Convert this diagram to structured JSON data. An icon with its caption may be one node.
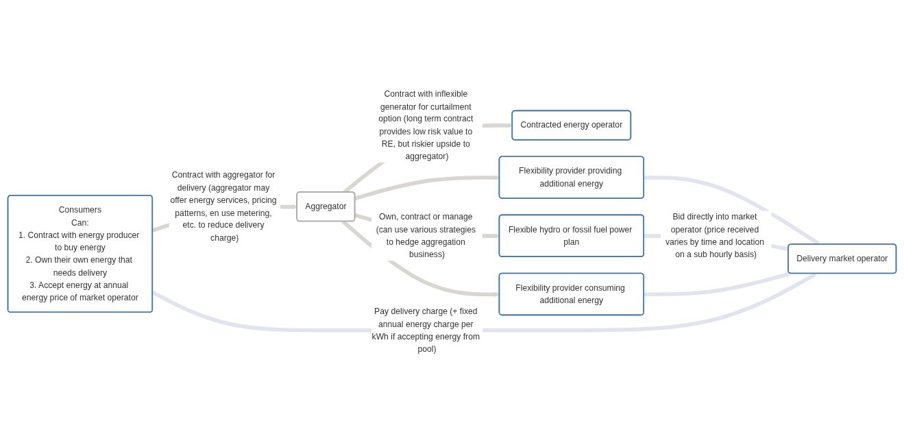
{
  "diagram": {
    "nodes": [
      {
        "text": [
          "Consumers",
          "Can:",
          "1. Contract with energy producer to buy energy",
          "2. Own their own energy that needs delivery",
          "3. Accept energy at annual energy price of market operator"
        ]
      },
      {
        "text": [
          "Aggregator"
        ]
      },
      {
        "text": [
          "Delivery market operator"
        ]
      },
      {
        "text": [
          "Contracted energy operator"
        ]
      },
      {
        "text": [
          "Flexibility provider providing additional energy"
        ]
      },
      {
        "text": [
          "Flexible hydro or fossil fuel power plan"
        ]
      },
      {
        "text": [
          "Flexibility provider consuming additional energy"
        ]
      }
    ],
    "edges": [
      {
        "from": 0,
        "to": 1,
        "arrow": "to",
        "label": "Contract with aggregator for delivery (aggregator may offer energy services, pricing patterns, en use metering, etc. to reduce delivery charge)"
      },
      {
        "from": 0,
        "to": 2,
        "arrow": "to",
        "label": "Pay delivery charge (+ fixed annual energy charge per kWh if accepting energy from pool)",
        "color": "#e1e3ef"
      },
      {
        "from": 1,
        "to": 3,
        "arrow": "to",
        "label": "Contract with inflexible generator for curtailment option (long term contract provides low risk value to RE, but riskier upside to aggregator)"
      },
      {
        "from": 1,
        "to": 4,
        "arrow": "to"
      },
      {
        "from": 1,
        "to": 5,
        "arrow": "to",
        "label": "Own, contract or manage (can use various strategies to hedge aggregation business)"
      },
      {
        "from": 1,
        "to": 6,
        "arrow": "to"
      },
      {
        "from": 4,
        "to": 2,
        "arrow": "to",
        "color": "#e1e3ef"
      },
      {
        "from": 5,
        "to": 2,
        "arrow": "to",
        "label": "Bid directly into market operator (price received varies by time and location on a sub hourly basis)",
        "color": "#e1e3ef"
      },
      {
        "from": 6,
        "to": 2,
        "arrow": "to",
        "color": "#e1e3ef"
      }
    ]
  }
}
